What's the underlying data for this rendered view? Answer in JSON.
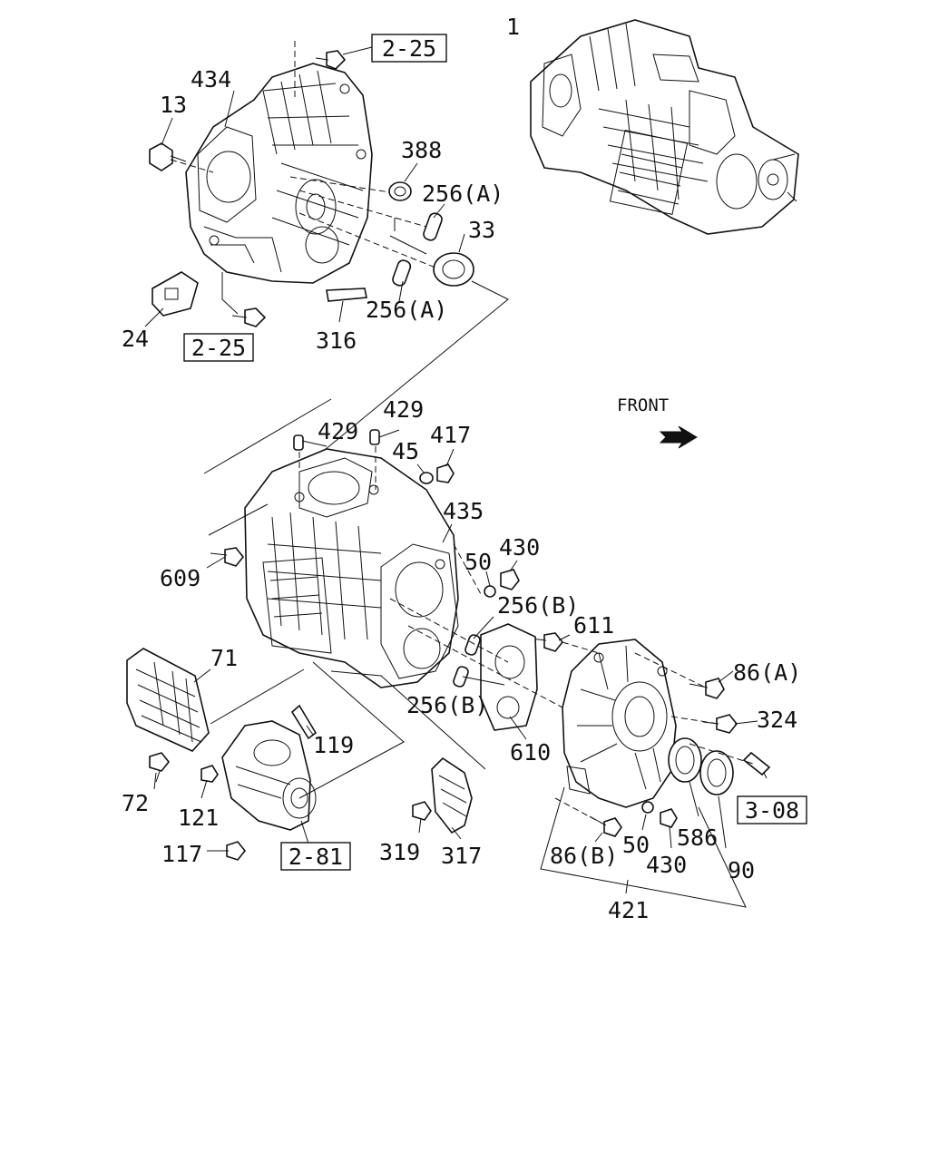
{
  "parts": {
    "p1": "1",
    "p434": "434",
    "p13": "13",
    "p388": "388",
    "p256a_1": "256(A)",
    "p33": "33",
    "p24": "24",
    "p316": "316",
    "p256a_2": "256(A)",
    "p429_1": "429",
    "p429_2": "429",
    "p45": "45",
    "p417": "417",
    "p435": "435",
    "p609": "609",
    "p50_1": "50",
    "p430_1": "430",
    "p256b_1": "256(B)",
    "p611": "611",
    "p71": "71",
    "p86a": "86(A)",
    "p324": "324",
    "p256b_2": "256(B)",
    "p610": "610",
    "p119": "119",
    "p72": "72",
    "p121": "121",
    "p117": "117",
    "p319": "319",
    "p317": "317",
    "p86b": "86(B)",
    "p50_2": "50",
    "p586": "586",
    "p430_2": "430",
    "p90": "90",
    "p421": "421"
  },
  "refs": {
    "r225_top": "2-25",
    "r225_bottom": "2-25",
    "r308": "3-08",
    "r281": "2-81"
  },
  "front": {
    "label": "FRONT"
  }
}
